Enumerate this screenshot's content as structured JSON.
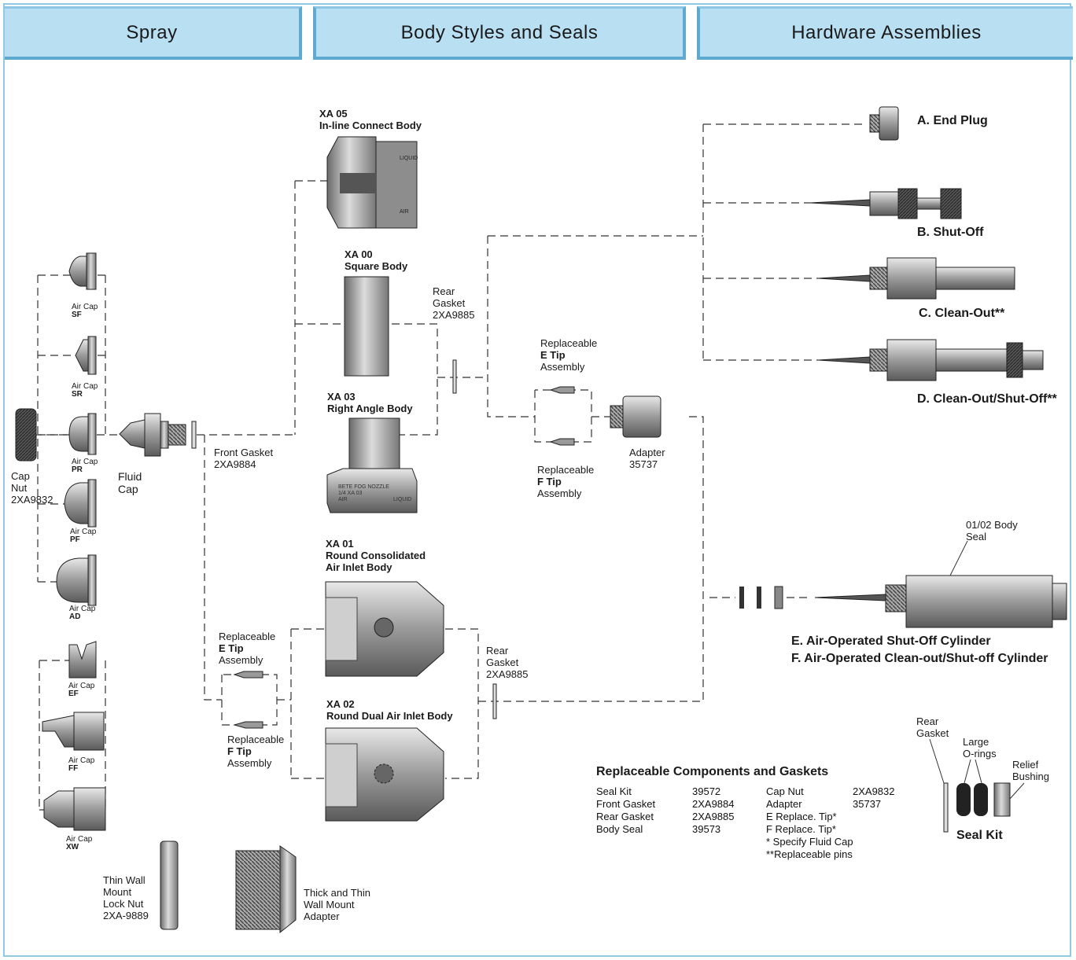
{
  "tabs": [
    "Spray",
    "Body Styles and Seals",
    "Hardware Assemblies"
  ],
  "spray": {
    "cap_nut": [
      "Cap",
      "Nut",
      "2XA9832"
    ],
    "fluid_cap": [
      "Fluid",
      "Cap"
    ],
    "air_caps": [
      {
        "label": "Air Cap",
        "code": "SF"
      },
      {
        "label": "Air Cap",
        "code": "SR"
      },
      {
        "label": "Air Cap",
        "code": "PR"
      },
      {
        "label": "Air Cap",
        "code": "PF"
      },
      {
        "label": "Air Cap",
        "code": "AD"
      },
      {
        "label": "Air Cap",
        "code": "EF"
      },
      {
        "label": "Air Cap",
        "code": "FF"
      },
      {
        "label": "Air Cap",
        "code": "XW"
      }
    ],
    "lock_nut": [
      "Thin Wall",
      "Mount",
      "Lock Nut",
      "2XA-9889"
    ],
    "adapter": [
      "Thick and Thin",
      "Wall Mount",
      "Adapter"
    ]
  },
  "bodies": {
    "front_gasket": [
      "Front Gasket",
      "2XA9884"
    ],
    "xa05": [
      "XA 05",
      "In-line Connect Body"
    ],
    "xa00": [
      "XA 00",
      "Square Body"
    ],
    "xa03": [
      "XA 03",
      "Right Angle Body"
    ],
    "xa01": [
      "XA 01",
      "Round Consolidated",
      "Air Inlet Body"
    ],
    "xa02": [
      "XA 02",
      "Round Dual Air Inlet Body"
    ],
    "rear_gasket_top": [
      "Rear",
      "Gasket",
      "2XA9885"
    ],
    "rear_gasket_bottom": [
      "Rear",
      "Gasket",
      "2XA9885"
    ],
    "e_tip_left": [
      "Replaceable",
      "E Tip",
      "Assembly"
    ],
    "f_tip_left": [
      "Replaceable",
      "F Tip",
      "Assembly"
    ],
    "e_tip_right": [
      "Replaceable",
      "E Tip",
      "Assembly"
    ],
    "f_tip_right": [
      "Replaceable",
      "F Tip",
      "Assembly"
    ],
    "adapter": [
      "Adapter",
      "35737"
    ],
    "right_angle_stamp": [
      "BETE FOG NOZZLE",
      "1/4 XA 03",
      "AIR",
      "LIQUID"
    ],
    "inline_stamp": [
      "LIQUID",
      "AIR"
    ]
  },
  "hardware": {
    "a": "A. End Plug",
    "b": "B. Shut-Off",
    "c": "C. Clean-Out**",
    "d": "D. Clean-Out/Shut-Off**",
    "body_seal": [
      "01/02 Body",
      "Seal"
    ],
    "e": "E. Air-Operated Shut-Off Cylinder",
    "f": "F. Air-Operated Clean-out/Shut-off Cylinder"
  },
  "components": {
    "title": "Replaceable Components and Gaskets",
    "left": [
      [
        "Seal Kit",
        "39572"
      ],
      [
        "Front Gasket",
        "2XA9884"
      ],
      [
        "Rear Gasket",
        "2XA9885"
      ],
      [
        "Body Seal",
        "39573"
      ]
    ],
    "right": [
      [
        "Cap Nut",
        "2XA9832"
      ],
      [
        "Adapter",
        "35737"
      ],
      [
        "E Replace. Tip*",
        ""
      ],
      [
        "F Replace. Tip*",
        ""
      ],
      [
        "* Specify Fluid Cap",
        ""
      ],
      [
        "**Replaceable pins",
        ""
      ]
    ]
  },
  "seal_kit": {
    "rear_gasket": [
      "Rear",
      "Gasket"
    ],
    "orings": [
      "Large",
      "O-rings"
    ],
    "bushing": [
      "Relief",
      "Bushing"
    ],
    "title": "Seal Kit"
  }
}
